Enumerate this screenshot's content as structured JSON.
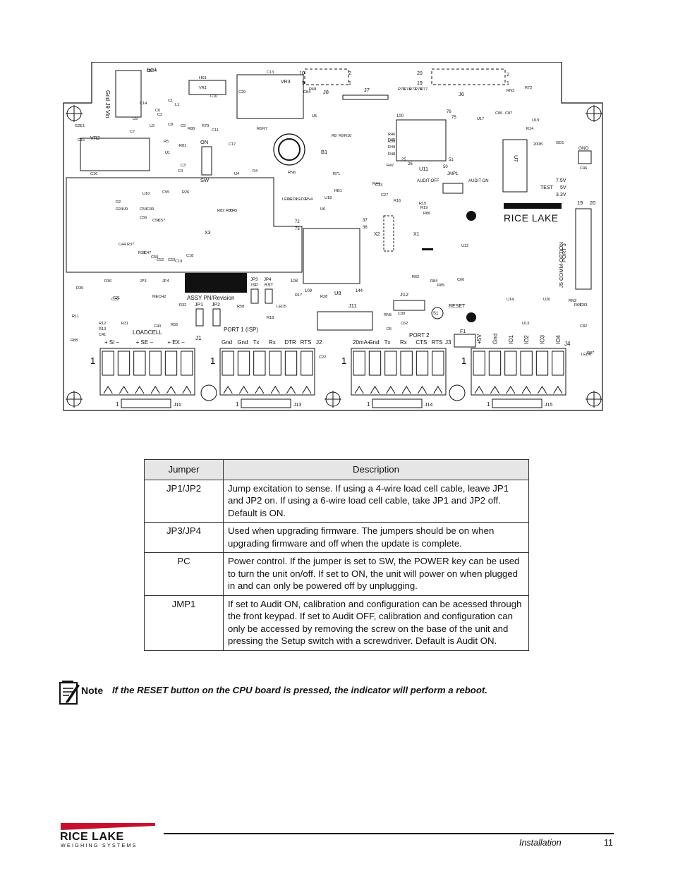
{
  "board": {
    "connectors": {
      "j10": {
        "label": "J10",
        "pin": "1",
        "group": "LOADCELL",
        "pins": [
          "+ SI –",
          "+ SE –",
          "+ EX –"
        ]
      },
      "j13": {
        "label": "J13",
        "pin": "1",
        "title": "PORT 1 (ISP)",
        "pins": [
          "Gnd",
          "Gnd",
          "Tx",
          "Rx",
          "DTR",
          "RTS"
        ],
        "jlabel": "J2"
      },
      "j14": {
        "label": "J14",
        "pin": "1",
        "title": "PORT 2",
        "pins": [
          "20mA+",
          "Gnd",
          "Tx",
          "Rx",
          "CTS",
          "RTS"
        ],
        "jlabel": "J3"
      },
      "j15": {
        "label": "J15",
        "pin": "1",
        "pins": [
          "+5V",
          "Gnd",
          "IO1",
          "IO2",
          "IO3",
          "IO4"
        ],
        "jlabel": "J4"
      },
      "j1": {
        "label": "J1"
      }
    },
    "brand": "RICE LAKE",
    "port3": "PORT 3",
    "comm_option": "J5  COMM-OPTION",
    "assy": "ASSY PN/Revision",
    "jumpers": {
      "jp1": "JP1",
      "jp2": "JP2",
      "jp3": "JP3",
      "jp3_sub": "ISP",
      "jp4": "JP4",
      "jp4_sub": "RST",
      "jmp1": "JMP1"
    },
    "power_switch": {
      "on": "ON",
      "sw": "SW"
    },
    "audit": {
      "off": "AUDIT OFF",
      "on": "AUDIT ON"
    },
    "reset": "RESET",
    "s1": "S1",
    "test": {
      "label": "TEST",
      "v1": "7.5V",
      "v2": "5V",
      "v3": "3.3V"
    },
    "chips": {
      "u11": "U11",
      "u8": "U8",
      "u7": "U7",
      "j11": "J11",
      "j12": "J12",
      "j7": "J7",
      "j6": "J6",
      "j8": "J8",
      "b1": "B1",
      "f1": "F1",
      "x1": "X1",
      "x2": "X2",
      "x3": "X3",
      "vr2": "VR2",
      "vr3": "VR3",
      "gnd": "GND",
      "jack": "Gnd J9 Vin"
    },
    "pin_nums": {
      "p10": "10",
      "p9": "9",
      "p2a": "2",
      "p1a": "1",
      "p20": "20",
      "p19": "19",
      "p2b": "2",
      "p1b": "1",
      "p19b": "19",
      "p20b": "20",
      "p100": "100",
      "p76": "76",
      "p75": "75",
      "p26": "26",
      "p25": "25",
      "p50": "50",
      "p51": "51",
      "p72": "72",
      "p73": "73",
      "p37": "37",
      "p36": "36",
      "p108": "108",
      "p109": "109",
      "p144": "144"
    },
    "labels": [
      "C5",
      "C13",
      "TVS1",
      "HS1",
      "VR1",
      "C10",
      "C20",
      "C14",
      "C1",
      "L1",
      "C6",
      "C2",
      "U3",
      "C7",
      "U2",
      "C8",
      "R80",
      "C9",
      "R79",
      "C11",
      "C17",
      "R6",
      "R7",
      "R8",
      "R9",
      "R10",
      "U5",
      "C84",
      "R68",
      "R70",
      "R74",
      "R73",
      "R78",
      "R77",
      "RN3",
      "R72",
      "U17",
      "U19",
      "C86",
      "C87",
      "R14",
      "C15",
      "C16",
      "G2E1",
      "R5",
      "R81",
      "U1",
      "C3",
      "C4",
      "U4",
      "R4",
      "RN6",
      "R71",
      "R44",
      "R45",
      "R46",
      "R50",
      "R49",
      "R48",
      "R47",
      "U18",
      "HB1",
      "LED1",
      "LED2",
      "LED3",
      "RN4",
      "U6",
      "C23",
      "C27",
      "R16",
      "R15",
      "R19",
      "R86",
      "200B",
      "GD1",
      "C46",
      "D2",
      "U10",
      "C55",
      "R26",
      "R24",
      "U9",
      "C54",
      "C49",
      "C56",
      "C58",
      "C57",
      "R82",
      "R83",
      "C45",
      "C44",
      "R37",
      "R38",
      "C47",
      "C50",
      "C52",
      "C53",
      "C19",
      "C18",
      "R35",
      "R36",
      "JP3",
      "JP4",
      "R32",
      "C39",
      "MECH2",
      "C21",
      "R11",
      "R12",
      "R13",
      "C41",
      "R31",
      "C40",
      "R55",
      "R58",
      "LED5",
      "R18",
      "R17",
      "R28",
      "C30",
      "RN5",
      "D5",
      "R62",
      "R84",
      "R85",
      "C66",
      "U12",
      "U20",
      "U14",
      "U13",
      "RN2",
      "R69",
      "C83",
      "C82",
      "LED6",
      "R87",
      "R88",
      "C22",
      "C62",
      "LED4"
    ]
  },
  "table": {
    "headers": [
      "Jumper",
      "Description"
    ],
    "rows": [
      {
        "jumper": "JP1/JP2",
        "description": "Jump excitation to sense. If using a 4-wire load cell cable, leave JP1 and JP2 on. If using a 6-wire load cell cable, take JP1 and JP2 off. Default is ON."
      },
      {
        "jumper": "JP3/JP4",
        "description": "Used when upgrading firmware. The jumpers should be on when upgrading firmware and off when the update is complete."
      },
      {
        "jumper": "PC",
        "description": "Power control. If the jumper is set to SW, the POWER key can be used to turn the unit on/off. If set to ON, the unit will power on when plugged in and can only be powered off by unplugging."
      },
      {
        "jumper": "JMP1",
        "description": "If set to Audit ON, calibration and configuration can be acessed through the front keypad. If set to Audit OFF, calibration and configuration can only be accessed by removing the screw on the base of the unit and pressing the Setup switch with a screwdriver. Default is Audit ON."
      }
    ]
  },
  "note": {
    "label": "Note",
    "text": "If the RESET button on the CPU board is pressed, the indicator will perform a reboot."
  },
  "footer": {
    "logo_top": "RICE LAKE",
    "logo_bottom": "WEIGHING SYSTEMS",
    "section": "Installation",
    "page": "11"
  }
}
